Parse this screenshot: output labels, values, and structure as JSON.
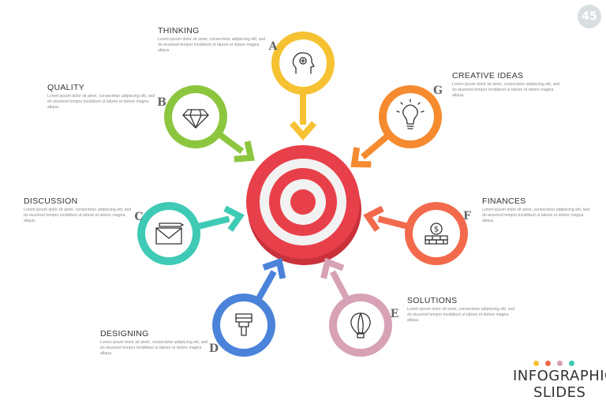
{
  "badge": "45",
  "lorem": "Lorem ipsum dolor sit amet, consectetur adipiscing elit, sed do eiusmod tempor incididunt ut labore et dolore magna aliqua.",
  "colors": {
    "target_red": "#e8404a",
    "target_white": "#f2f2f2"
  },
  "items": [
    {
      "letter": "A",
      "title": "THINKING",
      "icon": "head-thinking-icon",
      "color": "#f6c232"
    },
    {
      "letter": "B",
      "title": "QUALITY",
      "icon": "diamond-icon",
      "color": "#8cc63f"
    },
    {
      "letter": "C",
      "title": "DISCUSSION",
      "icon": "envelope-pencil-icon",
      "color": "#3fcab5"
    },
    {
      "letter": "D",
      "title": "DESIGNING",
      "icon": "paint-brush-icon",
      "color": "#4a83d9"
    },
    {
      "letter": "E",
      "title": "SOLUTIONS",
      "icon": "hot-air-balloon-icon",
      "color": "#d7a1b6"
    },
    {
      "letter": "F",
      "title": "FINANCES",
      "icon": "money-stack-icon",
      "color": "#f26a4b"
    },
    {
      "letter": "G",
      "title": "CREATIVE IDEAS",
      "icon": "light-bulb-icon",
      "color": "#f58a2f"
    }
  ],
  "logo": {
    "line1": "INFOGRAPHIC",
    "line2": "SLIDES",
    "dot_colors": [
      "#f6c232",
      "#f26a4b",
      "#d7a1b6",
      "#3fcab5"
    ]
  }
}
